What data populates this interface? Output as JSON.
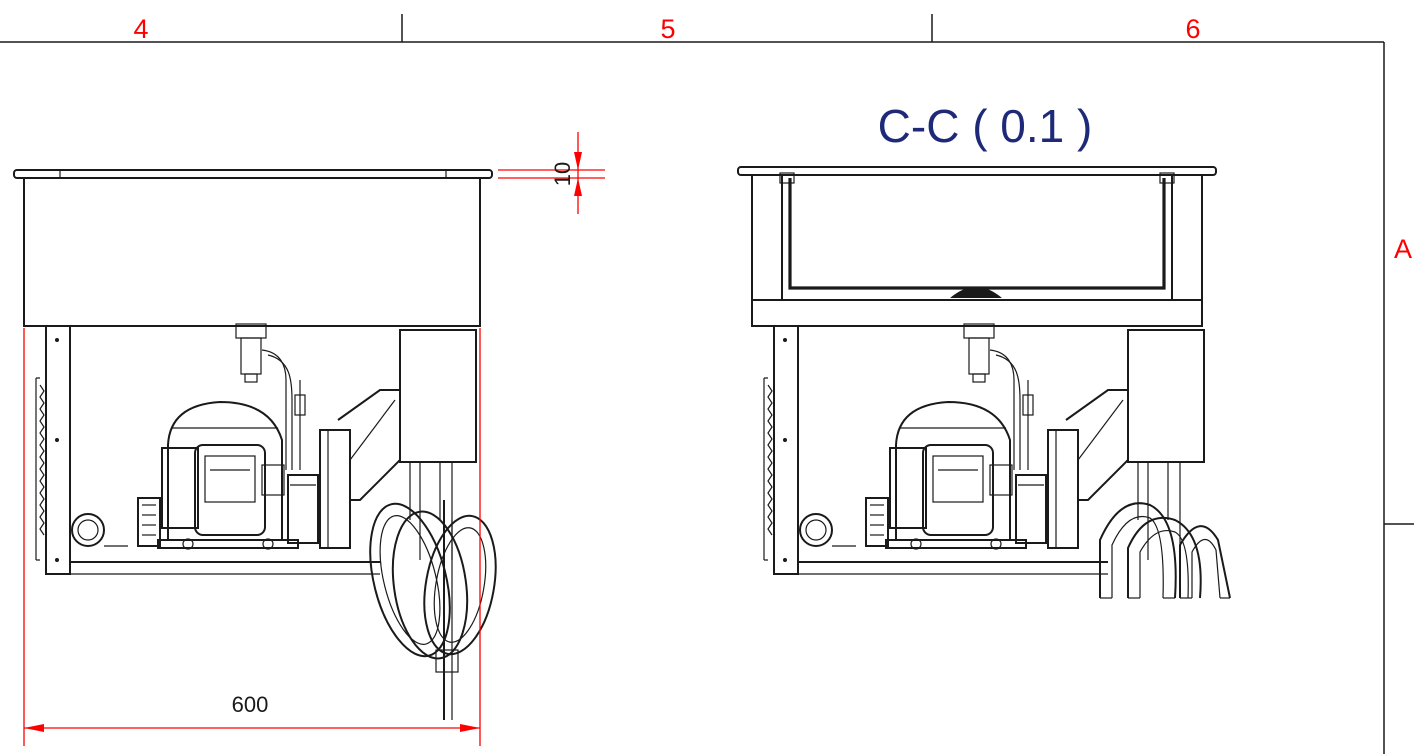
{
  "frame": {
    "zone_columns": [
      "4",
      "5",
      "6"
    ],
    "zone_row": "A"
  },
  "section_view": {
    "title": "C-C ( 0.1 )"
  },
  "dimensions": {
    "width": "600",
    "rim": "10"
  },
  "colors": {
    "frame_labels": "#ff0000",
    "dimension_lines": "#ff0000",
    "section_title": "#1e2a78",
    "hatching": "#2233bb",
    "drawing_lines": "#1a1a1a"
  }
}
